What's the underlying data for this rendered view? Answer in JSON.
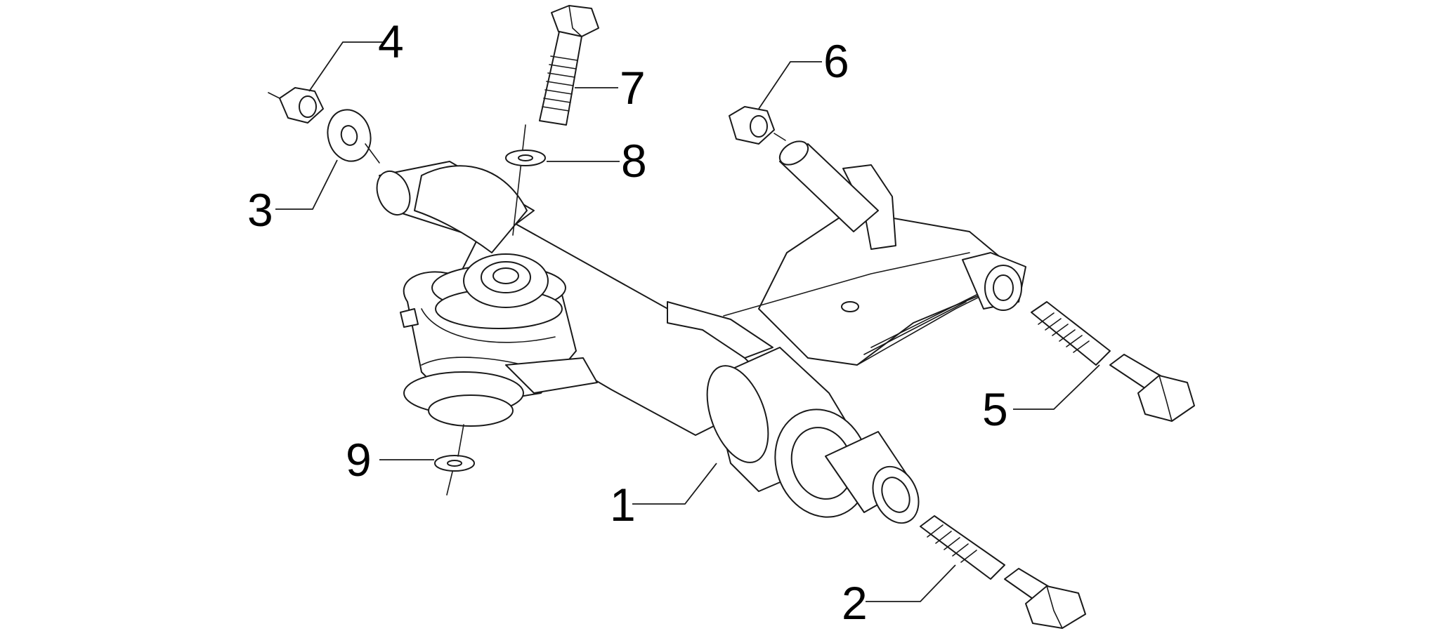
{
  "diagram": {
    "callouts": [
      {
        "id": "1",
        "label": "1"
      },
      {
        "id": "2",
        "label": "2"
      },
      {
        "id": "3",
        "label": "3"
      },
      {
        "id": "4",
        "label": "4"
      },
      {
        "id": "5",
        "label": "5"
      },
      {
        "id": "6",
        "label": "6"
      },
      {
        "id": "7",
        "label": "7"
      },
      {
        "id": "8",
        "label": "8"
      },
      {
        "id": "9",
        "label": "9"
      }
    ]
  },
  "colors": {
    "line": "#1a1a1a",
    "text": "#000000",
    "background": "#ffffff"
  }
}
